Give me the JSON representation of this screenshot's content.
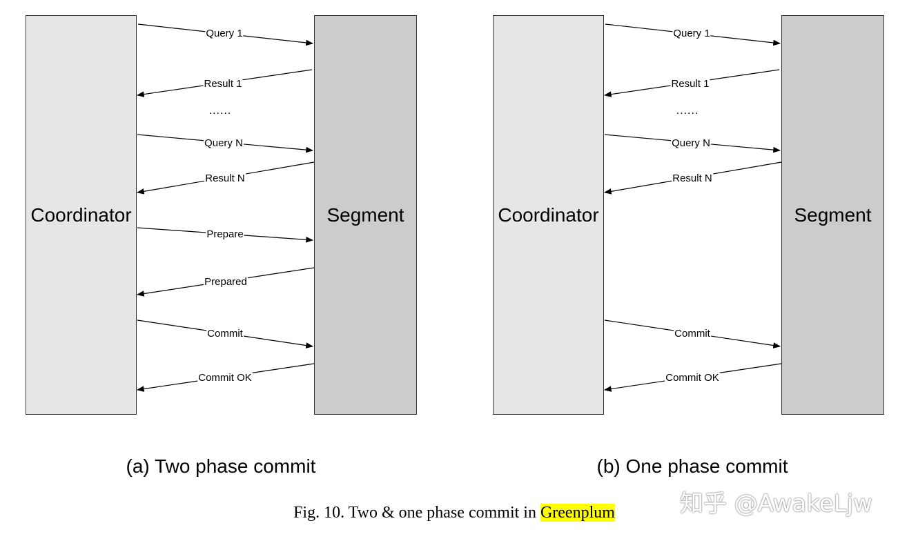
{
  "panels": [
    {
      "coordinator_label": "Coordinator",
      "segment_label": "Segment",
      "ellipsis": "......",
      "caption": "(a) Two phase commit",
      "messages": [
        {
          "label": "Query 1",
          "direction": "to-segment"
        },
        {
          "label": "Result 1",
          "direction": "to-coordinator"
        },
        {
          "label": "Query N",
          "direction": "to-segment"
        },
        {
          "label": "Result N",
          "direction": "to-coordinator"
        },
        {
          "label": "Prepare",
          "direction": "to-segment"
        },
        {
          "label": "Prepared",
          "direction": "to-coordinator"
        },
        {
          "label": "Commit",
          "direction": "to-segment"
        },
        {
          "label": "Commit OK",
          "direction": "to-coordinator"
        }
      ]
    },
    {
      "coordinator_label": "Coordinator",
      "segment_label": "Segment",
      "ellipsis": "......",
      "caption": "(b) One phase commit",
      "messages": [
        {
          "label": "Query 1",
          "direction": "to-segment"
        },
        {
          "label": "Result 1",
          "direction": "to-coordinator"
        },
        {
          "label": "Query N",
          "direction": "to-segment"
        },
        {
          "label": "Result N",
          "direction": "to-coordinator"
        },
        {
          "label": "Commit",
          "direction": "to-segment"
        },
        {
          "label": "Commit OK",
          "direction": "to-coordinator"
        }
      ]
    }
  ],
  "figure_caption": {
    "prefix": "Fig. 10.  Two & one phase commit in ",
    "highlight": "Greenplum"
  },
  "watermark": "知乎 @AwakeLjw",
  "colors": {
    "coordinator_fill": "#e6e6e6",
    "segment_fill": "#cccccc",
    "highlight": "#ffff00"
  }
}
